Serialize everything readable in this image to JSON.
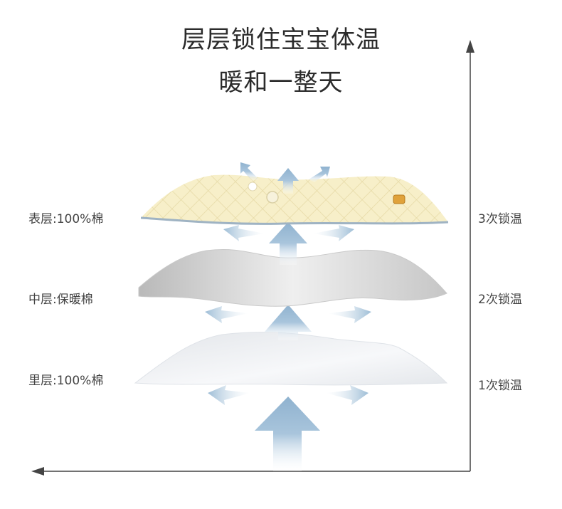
{
  "title": {
    "line1": "层层锁住宝宝体温",
    "line2": "暖和一整天"
  },
  "layers": [
    {
      "name": "表层:100%棉",
      "lock": "3次锁温"
    },
    {
      "name": "中层:保暖棉",
      "lock": "2次锁温"
    },
    {
      "name": "里层:100%棉",
      "lock": "1次锁温"
    }
  ],
  "colors": {
    "arrow": "#a9c5dc",
    "axis": "#444444",
    "outer_fabric": "#f7efc9",
    "outer_edge": "#9fb3c3",
    "middle_fabric": "#d4d4d4",
    "inner_fabric": "#eef0f3"
  }
}
